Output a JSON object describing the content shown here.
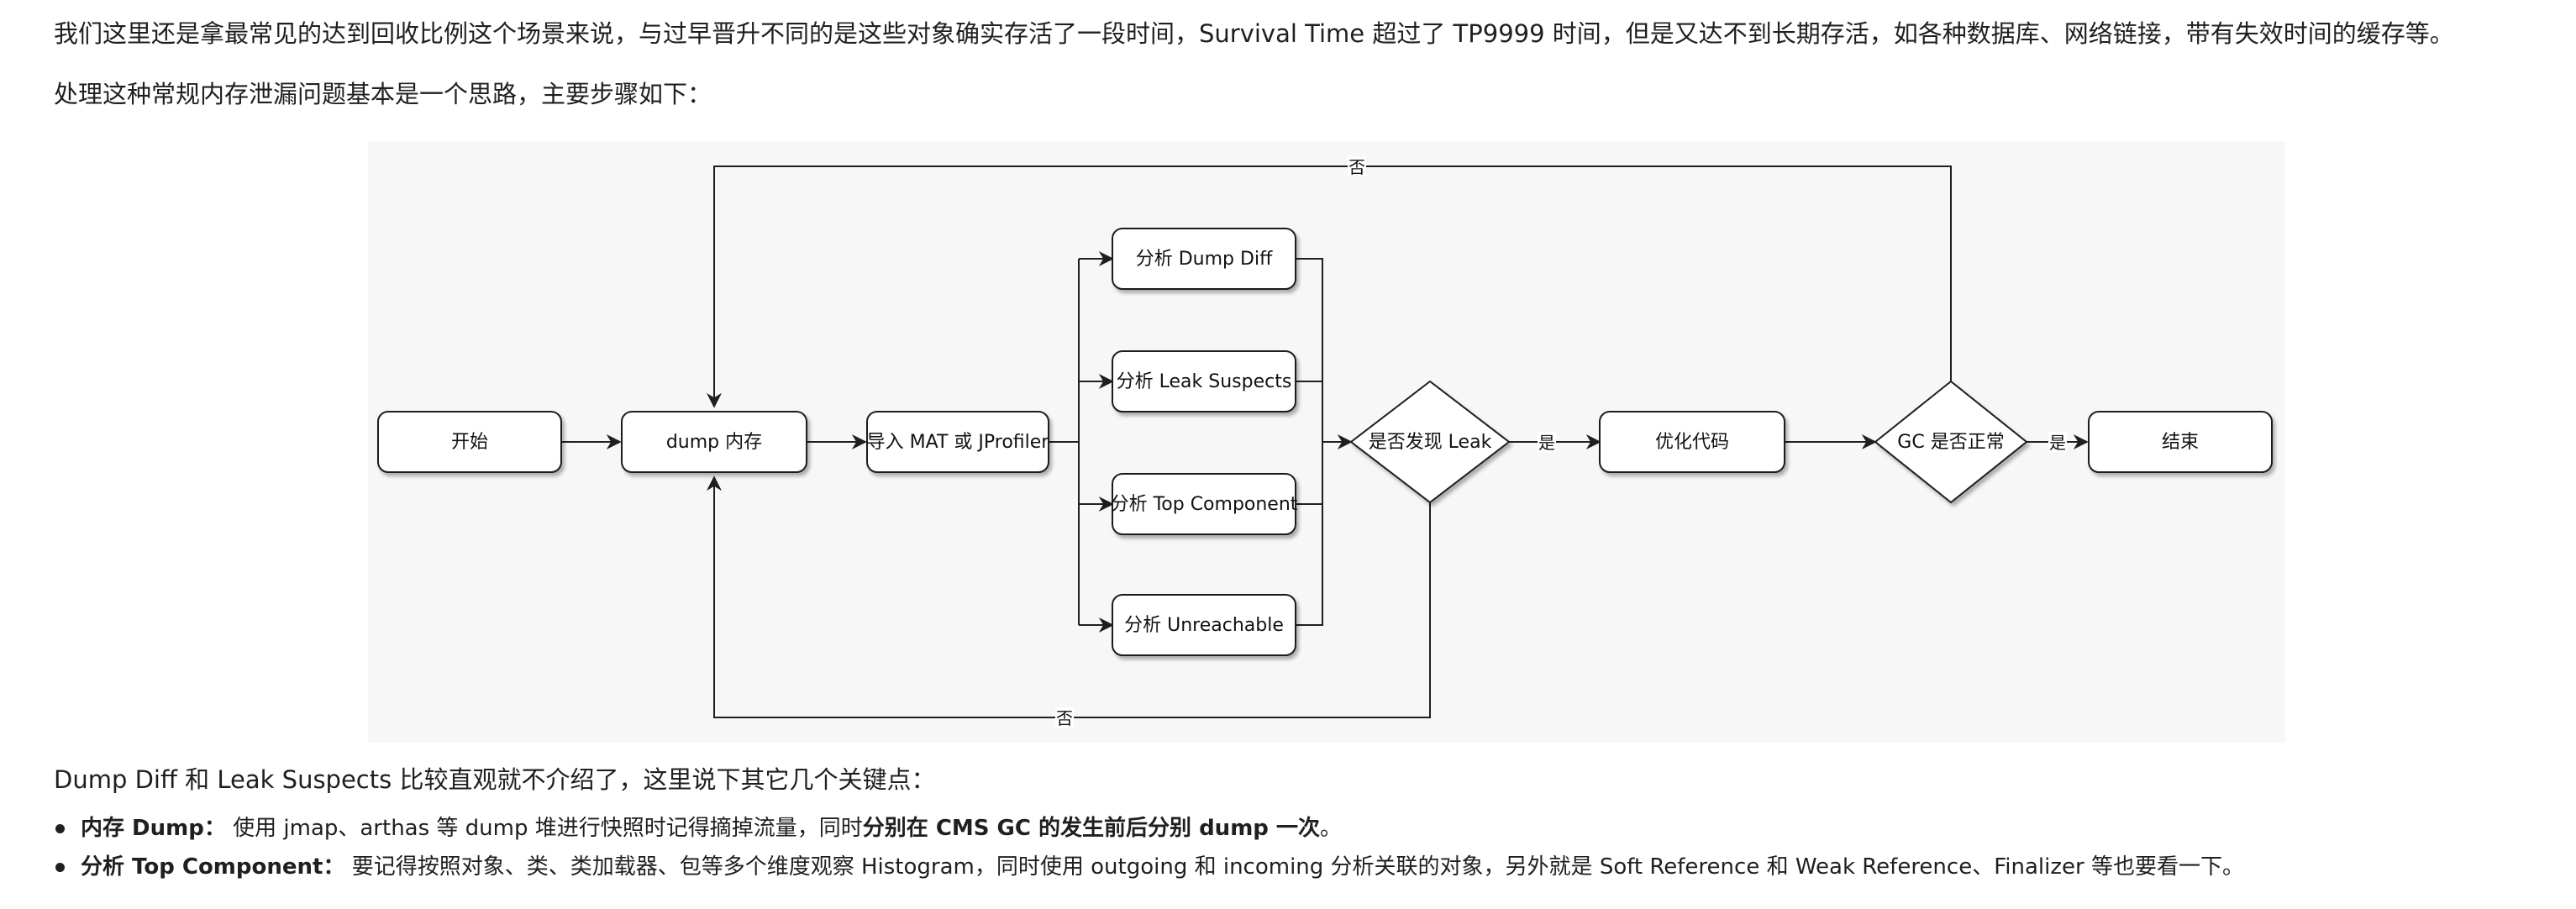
{
  "paragraphs": {
    "p1": "我们这里还是拿最常见的达到回收比例这个场景来说，与过早晋升不同的是这些对象确实存活了一段时间，Survival Time 超过了 TP9999 时间，但是又达不到长期存活，如各种数据库、网络链接，带有失效时间的缓存等。",
    "p2": "处理这种常规内存泄漏问题基本是一个思路，主要步骤如下：",
    "p3": "Dump Diff 和 Leak Suspects 比较直观就不介绍了，这里说下其它几个关键点："
  },
  "flowchart": {
    "nodes": {
      "start": "开始",
      "dump": "dump 内存",
      "import": "导入 MAT 或 JProfiler",
      "diff": "分析 Dump Diff",
      "suspects": "分析 Leak Suspects",
      "topcomp": "分析 Top Component",
      "unreach": "分析 Unreachable",
      "leak_q": "是否发现 Leak",
      "optimize": "优化代码",
      "gc_q": "GC 是否正常",
      "end": "结束"
    },
    "edge_labels": {
      "yes_leak": "是",
      "yes_gc": "是",
      "no_gc": "否",
      "no_leak": "否"
    }
  },
  "bullets": [
    {
      "term": "内存 Dump：",
      "text": " 使用 jmap、arthas 等 dump 堆进行快照时记得摘掉流量，同时",
      "em": "分别在 CMS GC 的发生前后分别 dump 一次",
      "tail": "。"
    },
    {
      "term": "分析 Top Component：",
      "text": " 要记得按照对象、类、类加载器、包等多个维度观察 Histogram，同时使用 outgoing 和 incoming 分析关联的对象，另外就是 Soft Reference 和 Weak Reference、Finalizer 等也要看一下。",
      "em": "",
      "tail": ""
    }
  ]
}
